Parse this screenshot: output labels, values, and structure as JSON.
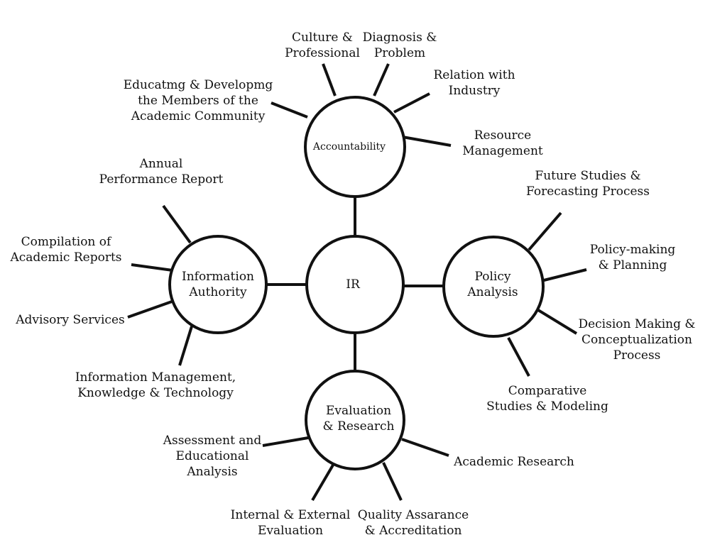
{
  "nodes": {
    "center": {
      "label": [
        "IR"
      ]
    },
    "accountability": {
      "label": [
        "Accountability"
      ]
    },
    "information_authority": {
      "label": [
        "Information",
        "Authority"
      ]
    },
    "policy_analysis": {
      "label": [
        "Policy",
        "Analysis"
      ]
    },
    "evaluation_research": {
      "label": [
        "Evaluation",
        "& Research"
      ]
    }
  },
  "spokes": {
    "culture": [
      "Culture &",
      "Professional"
    ],
    "diagnosis": [
      "Diagnosis &",
      "Problem"
    ],
    "relation": [
      "Relation with",
      "Industry"
    ],
    "resource": [
      "Resource",
      "Management"
    ],
    "educating": [
      "Educatmg & Developmg",
      "the Members of the",
      "Academic Community"
    ],
    "annual": [
      "Annual",
      "Performance Report"
    ],
    "compilation": [
      "Compilation of",
      "Academic Reports"
    ],
    "advisory": [
      "Advisory Services"
    ],
    "info_mgmt": [
      "Information Management,",
      "Knowledge & Technology"
    ],
    "future": [
      "Future Studies &",
      "Forecasting Process"
    ],
    "policy_making": [
      "Policy-making",
      "& Planning"
    ],
    "decision": [
      "Decision Making &",
      "Conceptualization",
      "Process"
    ],
    "comparative": [
      "Comparative",
      "Studies & Modeling"
    ],
    "assessment": [
      "Assessment and",
      "Educational",
      "Analysis"
    ],
    "internal": [
      "Internal & External",
      "Evaluation"
    ],
    "quality": [
      "Quality Assarance",
      "& Accreditation"
    ],
    "academic_research": [
      "Academic Research"
    ]
  },
  "colors": {
    "stroke": "#111111",
    "background": "#ffffff"
  }
}
